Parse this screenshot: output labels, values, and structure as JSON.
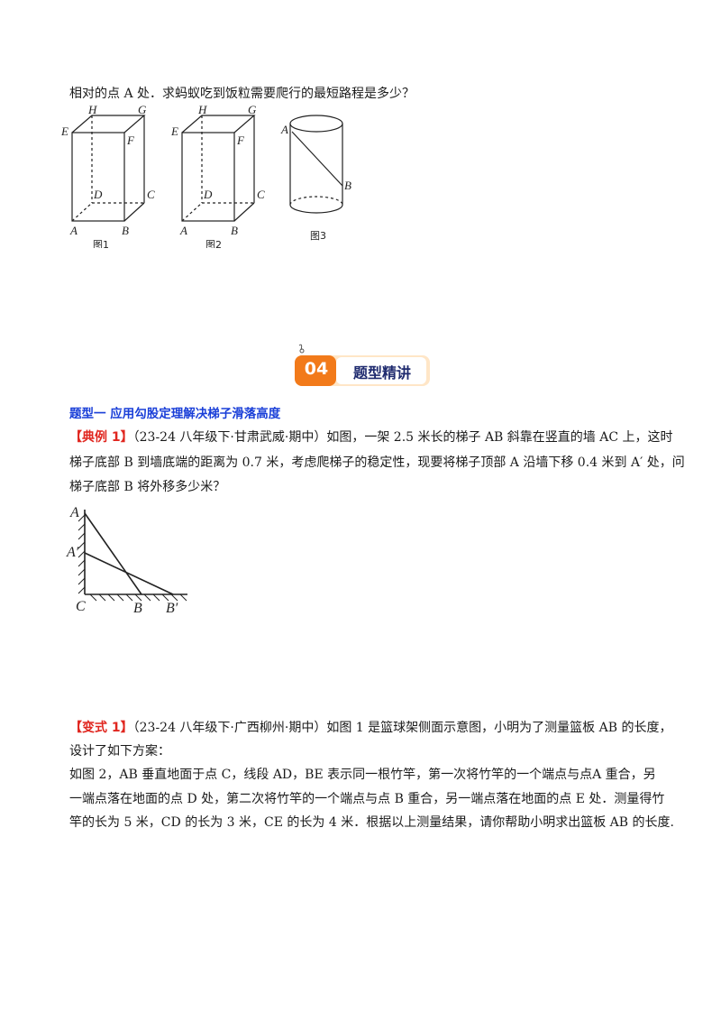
{
  "intro_line": "相对的点 A 处．求蚂蚁吃到饭粒需要爬行的最短路程是多少？",
  "figures": {
    "fig1_caption": "图1",
    "fig2_caption": "图2",
    "fig3_caption": "图3",
    "labels": {
      "A": "A",
      "B": "B",
      "C": "C",
      "D": "D",
      "E": "E",
      "F": "F",
      "G": "G",
      "H": "H"
    }
  },
  "section_banner": {
    "number": "04",
    "title": "题型精讲"
  },
  "type_one_heading": "题型一 应用勾股定理解决梯子滑落高度",
  "example1": {
    "tag": "【典例 1】",
    "lines": [
      "（23-24 八年级下·甘肃武威·期中）如图，一架 2.5 米长的梯子 AB 斜靠在竖直的墙 AC 上，这时",
      "梯子底部 B 到墙底端的距离为 0.7 米，考虑爬梯子的稳定性，现要将梯子顶部 A 沿墙下移 0.4 米到 A′ 处，问",
      "梯子底部 B 将外移多少米？"
    ],
    "diagram_labels": {
      "A": "A",
      "A_prime": "A′",
      "C": "C",
      "B": "B",
      "B_prime": "B′"
    }
  },
  "variant1": {
    "tag": "【变式 1】",
    "lines": [
      "（23-24 八年级下·广西柳州·期中）如图 1 是篮球架侧面示意图，小明为了测量篮板 AB 的长度，",
      "设计了如下方案：",
      "如图 2，AB 垂直地面于点 C，线段 AD，BE 表示同一根竹竿，第一次将竹竿的一个端点与点A 重合，另",
      "一端点落在地面的点 D 处，第二次将竹竿的一个端点与点 B 重合，另一端点落在地面的点 E 处．测量得竹",
      "竿的长为 5 米，CD 的长为 3 米，CE 的长为 4 米．根据以上测量结果，请你帮助小明求出篮板 AB 的长度."
    ]
  },
  "colors": {
    "heading_blue": "#1a3fd8",
    "tag_red": "#e0261f",
    "banner_orange": "#f27a1a",
    "banner_text": "#1e2a6e"
  }
}
